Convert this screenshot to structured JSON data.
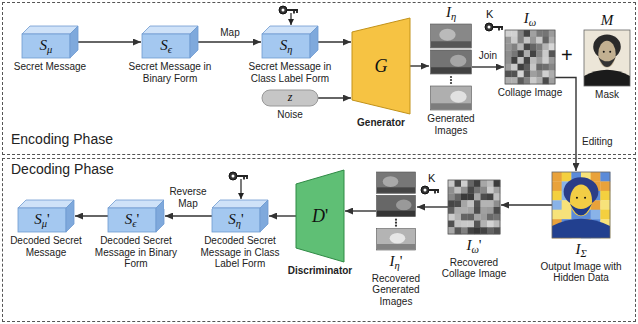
{
  "diagram": {
    "nodes": [
      {
        "text": [
          "Encoding Phase"
        ]
      },
      {
        "text": [
          "Sμ",
          "Secret Message"
        ],
        "in": 0
      },
      {
        "text": [
          "Sϵ",
          "Secret Message in Binary Form"
        ],
        "in": 0
      },
      {
        "text": [
          "Sη",
          "Secret Message in Class Label Form"
        ],
        "in": 0
      },
      {
        "text": [
          "z",
          "Noise"
        ],
        "in": 0
      },
      {
        "text": [
          "G",
          "Generator"
        ],
        "in": 0
      },
      {
        "text": [
          "Iη",
          "Generated Images"
        ],
        "in": 0
      },
      {
        "text": [
          "Iω",
          "Collage Image"
        ],
        "in": 0
      },
      {
        "text": [
          "M",
          "Mask"
        ],
        "in": 0
      },
      {
        "text": [
          "Decoding Phase"
        ]
      },
      {
        "text": [
          "IΣ",
          "Output Image with Hidden Data"
        ],
        "in": 9
      },
      {
        "text": [
          "Iω'",
          "Recovered Collage Image"
        ],
        "in": 9
      },
      {
        "text": [
          "Iη'",
          "Recovered Generated Images"
        ],
        "in": 9
      },
      {
        "text": [
          "D'",
          "Discriminator"
        ],
        "in": 9
      },
      {
        "text": [
          "Sη'",
          "Decoded Secret Message in Class Label Form"
        ],
        "in": 9
      },
      {
        "text": [
          "Sϵ'",
          "Decoded Secret Message in Binary Form"
        ],
        "in": 9
      },
      {
        "text": [
          "Sμ'",
          "Decoded Secret Message"
        ],
        "in": 9
      }
    ],
    "edges": [
      {
        "from": 1,
        "to": 2,
        "arrow": "to"
      },
      {
        "from": 2,
        "to": 3,
        "label": "Map",
        "arrow": "to"
      },
      {
        "from": 3,
        "to": 5,
        "arrow": "to"
      },
      {
        "from": 4,
        "to": 5,
        "arrow": "to"
      },
      {
        "from": 5,
        "to": 6,
        "arrow": "to"
      },
      {
        "from": 6,
        "to": 7,
        "label": "Join",
        "arrow": "to"
      },
      {
        "from": 7,
        "to": 10,
        "label": "Editing",
        "arrow": "to"
      },
      {
        "from": 10,
        "to": 11,
        "arrow": "to"
      },
      {
        "from": 11,
        "to": 12,
        "arrow": "to"
      },
      {
        "from": 12,
        "to": 13,
        "arrow": "to"
      },
      {
        "from": 13,
        "to": 14,
        "arrow": "to"
      },
      {
        "from": 14,
        "to": 15,
        "label": "Reverse Map",
        "arrow": "to"
      },
      {
        "from": 15,
        "to": 16,
        "arrow": "to"
      }
    ],
    "labels": [
      "K",
      "+",
      "K"
    ]
  }
}
